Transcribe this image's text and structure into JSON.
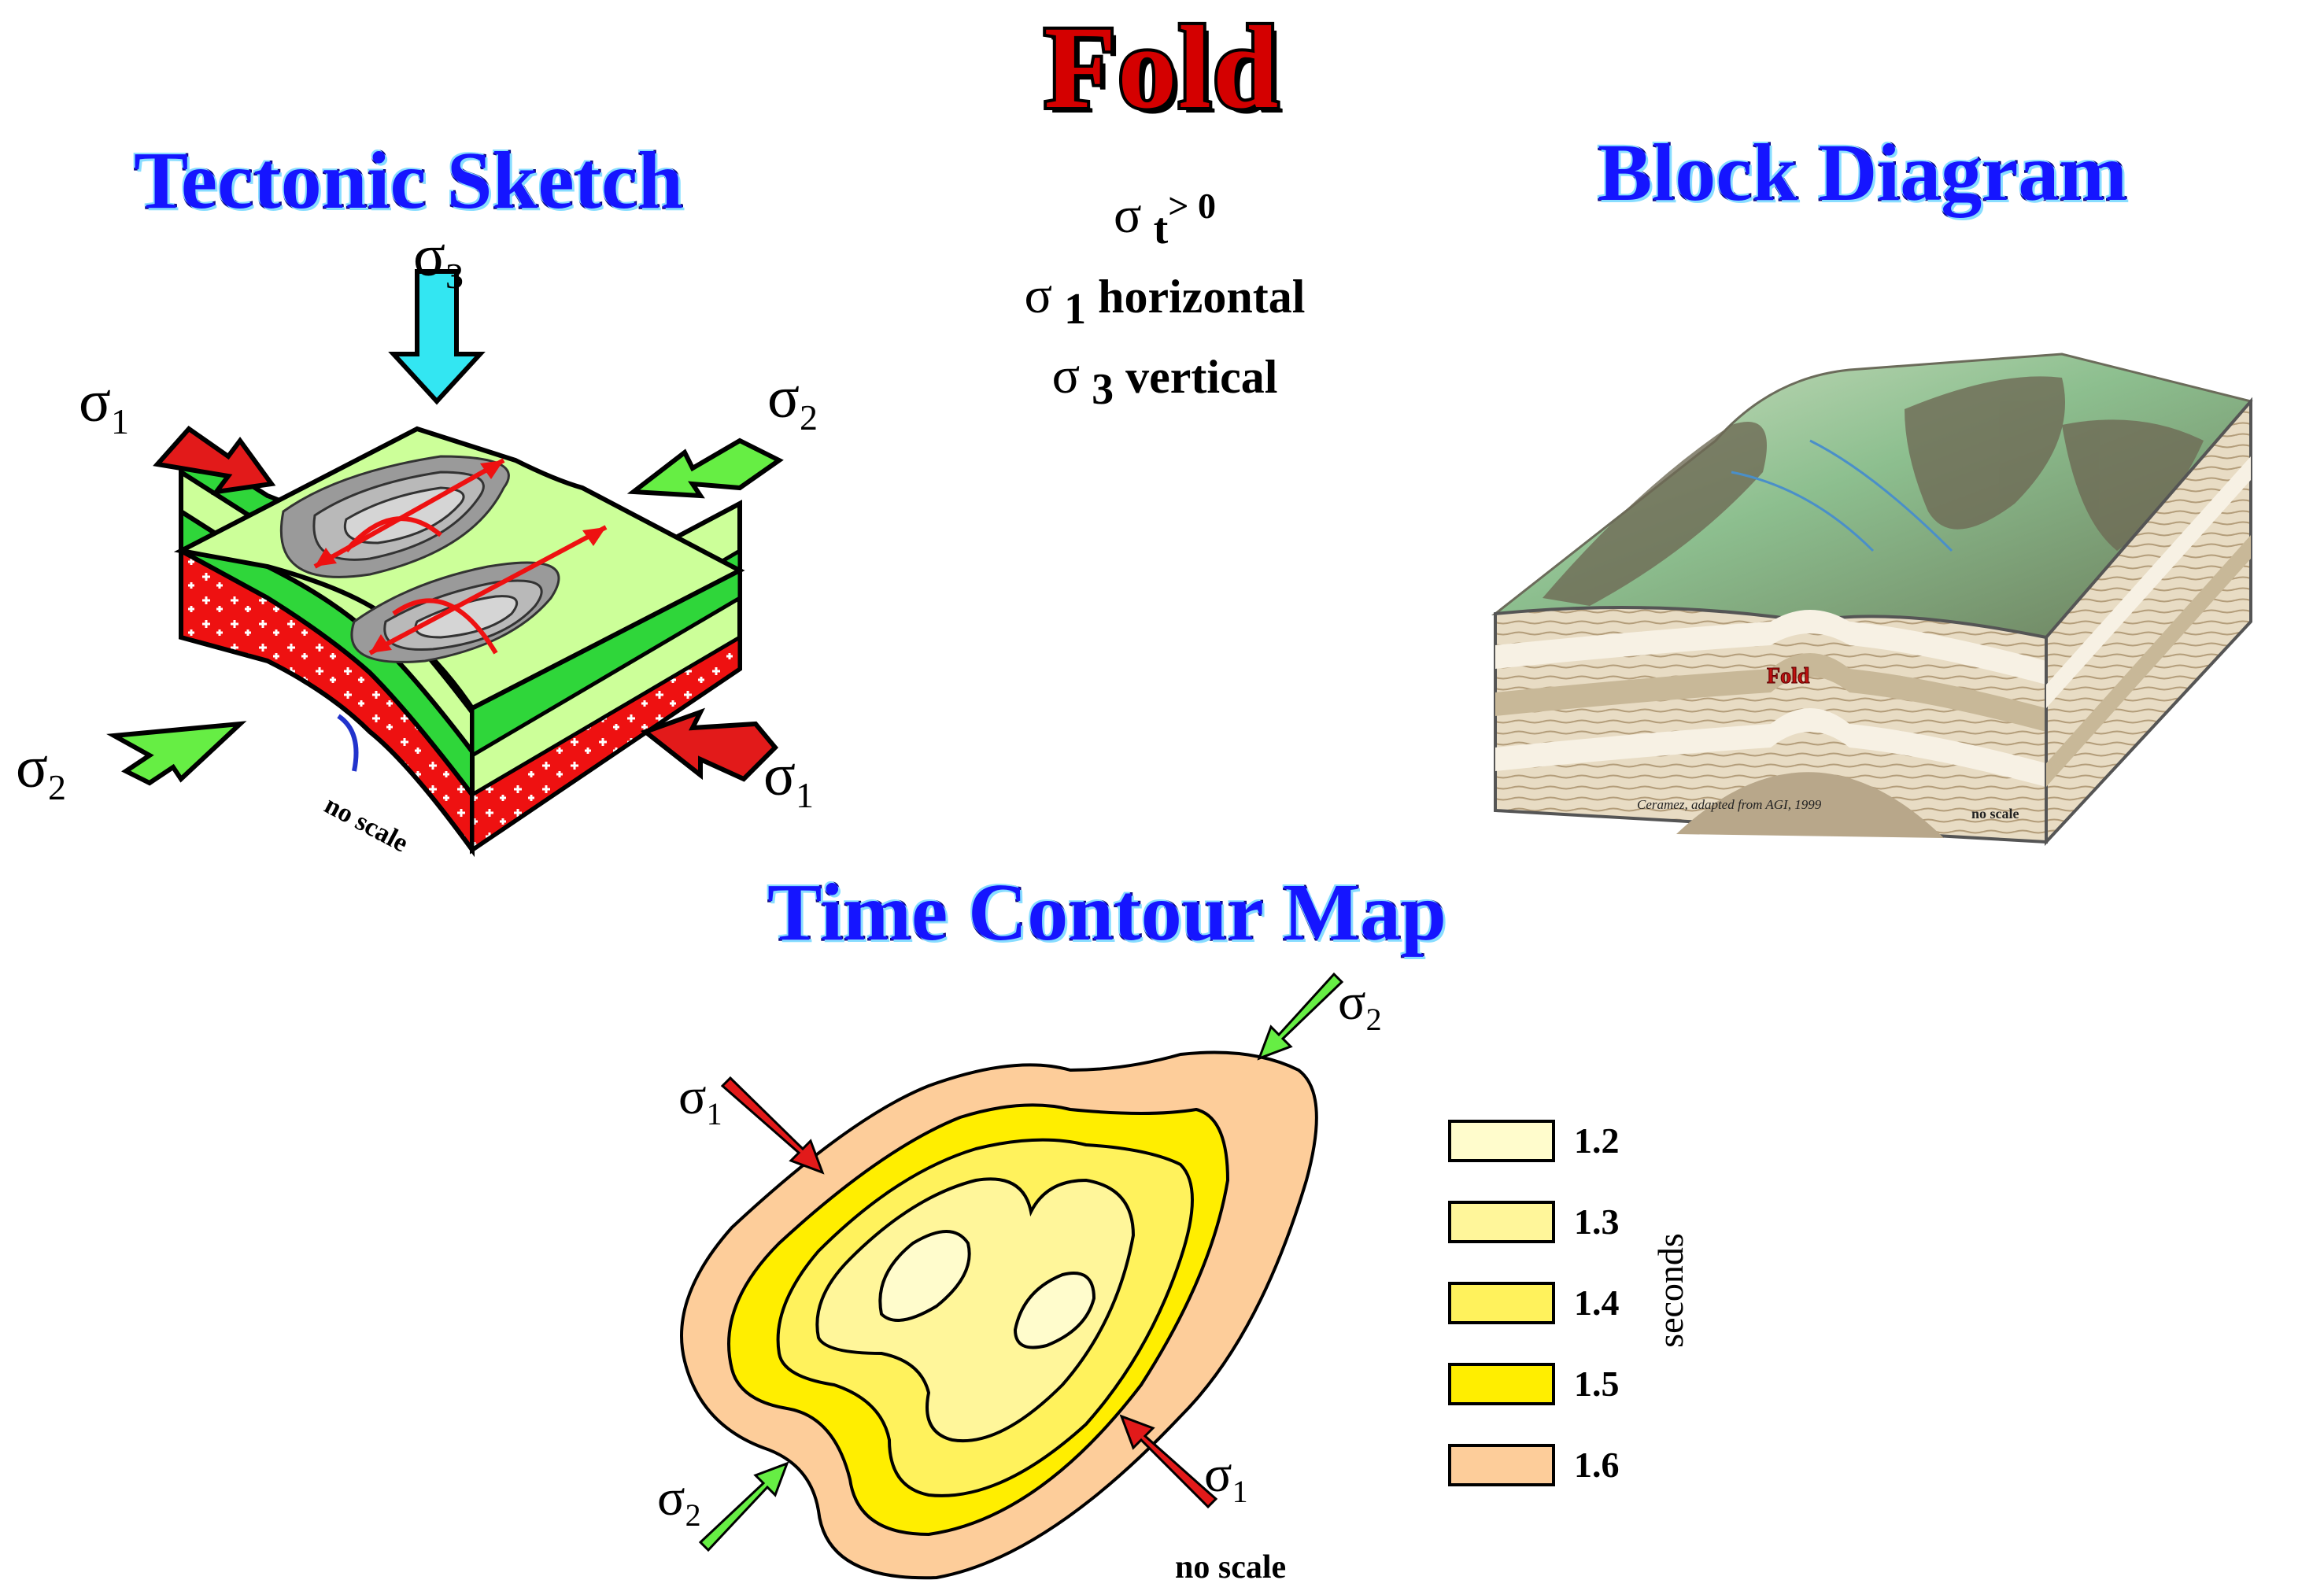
{
  "title": "Fold",
  "sections": {
    "tectonic_sketch": "Tectonic Sketch",
    "block_diagram": "Block Diagram",
    "time_contour_map": "Time Contour Map"
  },
  "stress_conditions": [
    {
      "symbol": "σ",
      "sub": "t",
      "sup": "> 0",
      "text": ""
    },
    {
      "symbol": "σ",
      "sub": "1",
      "sup": "",
      "text": " horizontal"
    },
    {
      "symbol": "σ",
      "sub": "3",
      "sup": "",
      "text": " vertical"
    }
  ],
  "sketch": {
    "sigma": "σ",
    "sub1": "1",
    "sub2": "2",
    "sub3": "3",
    "no_scale": "no scale"
  },
  "block": {
    "fold_label": "Fold",
    "credit": "Ceramez, adapted from AGI, 1999",
    "no_scale": "no scale"
  },
  "contour_map": {
    "sigma": "σ",
    "sub1": "1",
    "sub2": "2",
    "no_scale": "no scale",
    "legend_unit": "seconds",
    "legend": [
      {
        "value": "1.2",
        "color": "#fffccc"
      },
      {
        "value": "1.3",
        "color": "#fff69a"
      },
      {
        "value": "1.4",
        "color": "#fff25c"
      },
      {
        "value": "1.5",
        "color": "#ffee00"
      },
      {
        "value": "1.6",
        "color": "#fdcd9a"
      }
    ]
  },
  "colors": {
    "sigma1_arrow": "#e21a1a",
    "sigma2_arrow": "#66ee44",
    "sigma3_arrow": "#33e6f2",
    "title_red": "#d40000",
    "heading_blue": "#1515ff"
  }
}
